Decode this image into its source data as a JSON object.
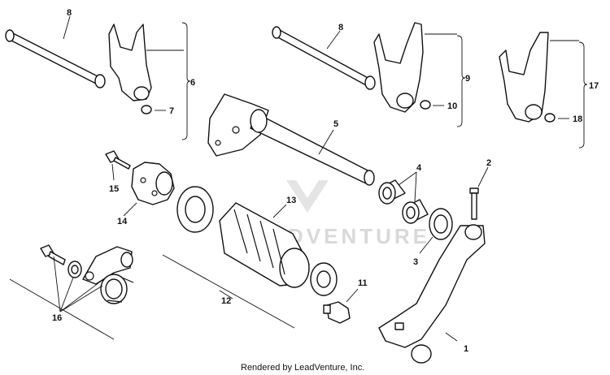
{
  "watermark": "LEADVENTURE",
  "footer": "Rendered by LeadVenture, Inc.",
  "callouts": {
    "c1": "1",
    "c2": "2",
    "c3": "3",
    "c4": "4",
    "c5": "5",
    "c6": "6",
    "c7": "7",
    "c8a": "8",
    "c8b": "8",
    "c9": "9",
    "c10": "10",
    "c11": "11",
    "c12": "12",
    "c13": "13",
    "c14": "14",
    "c15": "15",
    "c16": "16",
    "c17": "17",
    "c18": "18"
  }
}
